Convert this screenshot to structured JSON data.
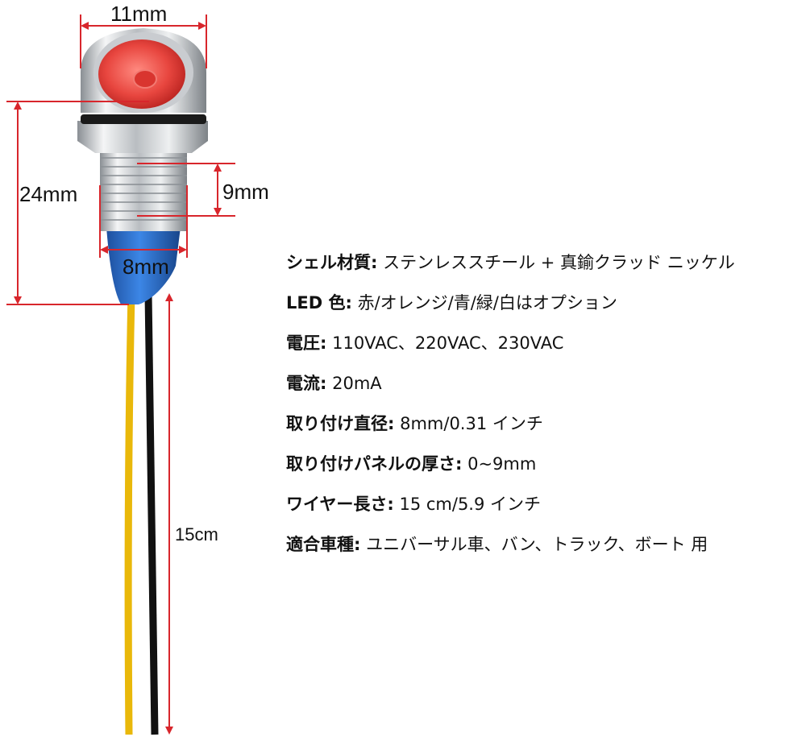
{
  "dimensions": {
    "head_diameter": "11mm",
    "body_length": "24mm",
    "thread_length": "9mm",
    "mount_diameter": "8mm",
    "wire_length": "15cm"
  },
  "specs": [
    {
      "key": "シェル材質:",
      "value": "ステンレススチール + 真鍮クラッド ニッケル"
    },
    {
      "key": "LED 色:",
      "value": "赤/オレンジ/青/緑/白はオプション"
    },
    {
      "key": "電圧:",
      "value": "110VAC、220VAC、230VAC"
    },
    {
      "key": "電流:",
      "value": "20mA"
    },
    {
      "key": "取り付け直径:",
      "value": "8mm/0.31 インチ"
    },
    {
      "key": "取り付けパネルの厚さ:",
      "value": "0~9mm"
    },
    {
      "key": "ワイヤー長さ:",
      "value": "15 cm/5.9 インチ"
    },
    {
      "key": "適合車種:",
      "value": "ユニバーサル車、バン、トラック、ボート 用"
    }
  ],
  "colors": {
    "dimension_line": "#d8262c",
    "led_lens": "#e8463f",
    "sleeve": "#2a6fd1",
    "wire_yellow": "#f4c20d",
    "wire_black": "#111111"
  }
}
